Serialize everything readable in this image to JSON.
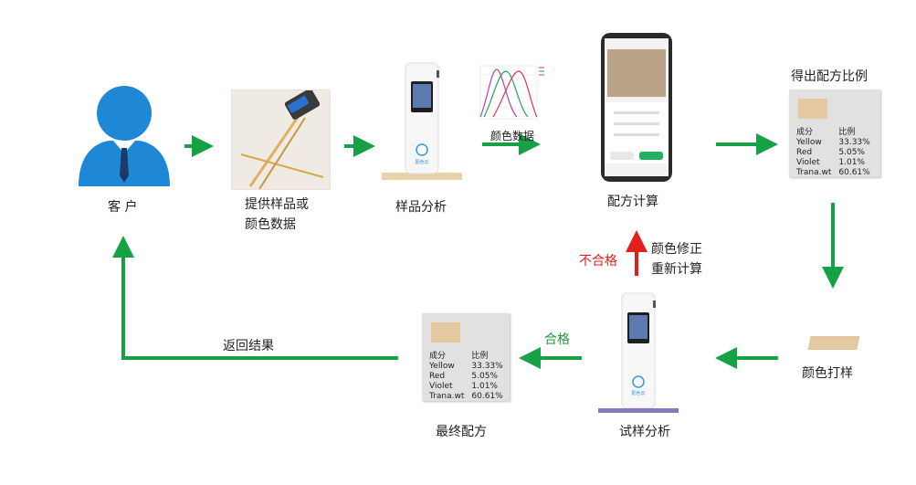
{
  "nodes": {
    "customer": {
      "label": "客 户"
    },
    "provide": {
      "line1": "提供样品或",
      "line2": "颜色数据"
    },
    "sample_analysis": {
      "label": "样品分析"
    },
    "color_data": {
      "label": "颜色数据"
    },
    "formula_calc": {
      "label": "配方计算"
    },
    "get_ratio": {
      "label": "得出配方比例"
    },
    "color_proof": {
      "label": "颜色打样"
    },
    "trial_analysis": {
      "label": "试样分析"
    },
    "final_formula": {
      "label": "最终配方"
    }
  },
  "edges": {
    "unqualified": {
      "label": "不合格"
    },
    "recalc": {
      "line1": "颜色修正",
      "line2": "重新计算"
    },
    "qualified": {
      "label": "合格"
    },
    "return_result": {
      "label": "返回结果"
    }
  },
  "formula_card_top": {
    "swatch_color": "#e5c9a0",
    "header": [
      "成分",
      "比例"
    ],
    "rows": [
      [
        "Yellow",
        "33.33%"
      ],
      [
        "Red",
        "5.05%"
      ],
      [
        "Violet",
        "1.01%"
      ],
      [
        "Trana.wt",
        "60.61%"
      ]
    ]
  },
  "formula_card_final": {
    "swatch_color": "#e5c9a0",
    "header": [
      "成分",
      "比例"
    ],
    "rows": [
      [
        "Yellow",
        "33.33%"
      ],
      [
        "Red",
        "5.05%"
      ],
      [
        "Violet",
        "1.01%"
      ],
      [
        "Trana.wt",
        "60.61%"
      ]
    ]
  },
  "colors": {
    "arrow_green": "#17a145",
    "arrow_red": "#e0201a",
    "user_blue": "#1e88d6"
  }
}
